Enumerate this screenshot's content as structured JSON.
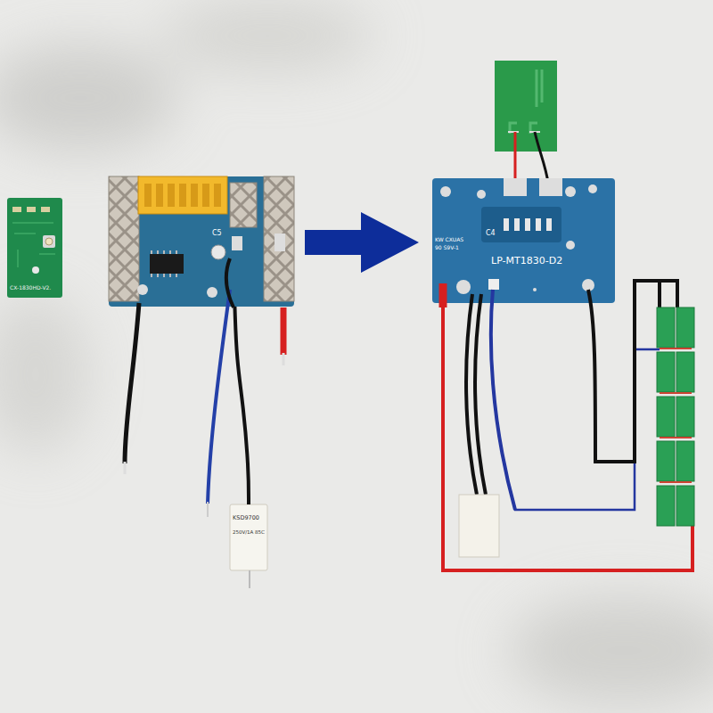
{
  "diagram": {
    "nodes": [
      {
        "text": [
          "CX-1830HD-V2."
        ]
      },
      {
        "text": [
          "C5"
        ]
      },
      {
        "text": [
          "KSD9700",
          "250V/1A 85C"
        ]
      },
      {
        "text": [
          "LP-MT1830-D2",
          "C4",
          "KW CXUAS",
          "90 S9V-1"
        ]
      }
    ],
    "edges": [
      {
        "from": 1,
        "to": 2,
        "arrow": "none"
      }
    ]
  }
}
